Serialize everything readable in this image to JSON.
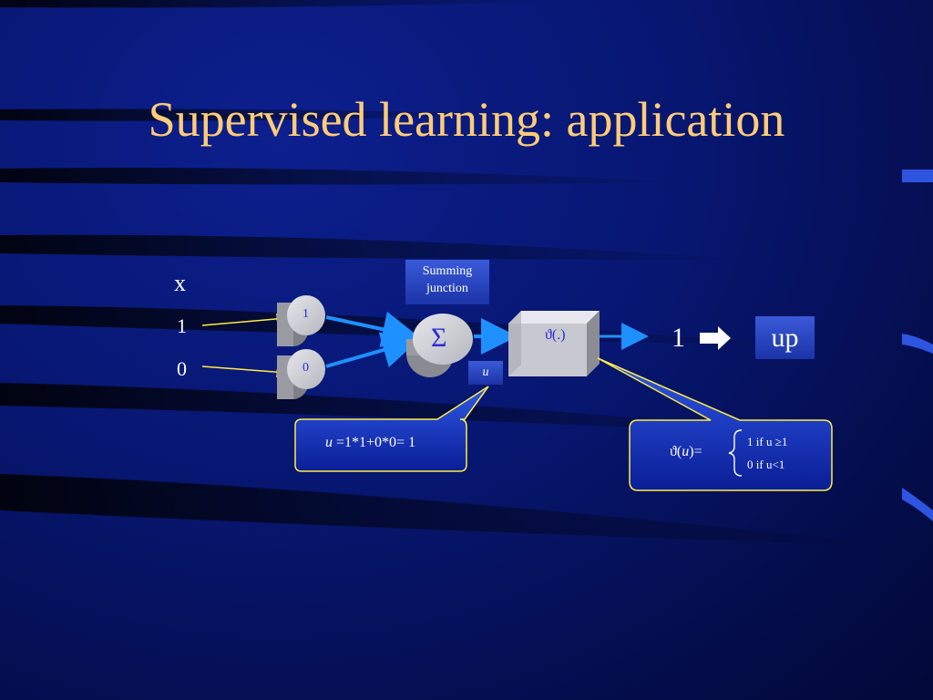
{
  "slide": {
    "title": "Supervised learning: application"
  },
  "diagram": {
    "input_header": "x",
    "inputs": [
      {
        "value": "1",
        "weight": "1"
      },
      {
        "value": "0",
        "weight": "0"
      }
    ],
    "summing_label_line1": "Summing",
    "summing_label_line2": "junction",
    "sigma_symbol": "Σ",
    "u_label": "u",
    "activation_label": "ϑ(.)",
    "output_value": "1",
    "output_class": "up",
    "callout_u": {
      "var": "u",
      "expr": " =1*1+0*0= 1"
    },
    "callout_theta": {
      "lhs_prefix": "ϑ(",
      "lhs_var": "u",
      "lhs_suffix": ")=",
      "case1": "1 if u ≥1",
      "case2": "0 if u<1"
    }
  },
  "colors": {
    "title": "#ffcc77",
    "accent_arrow": "#1e90ff",
    "callout_border": "#ffee44",
    "background": "#071670"
  }
}
